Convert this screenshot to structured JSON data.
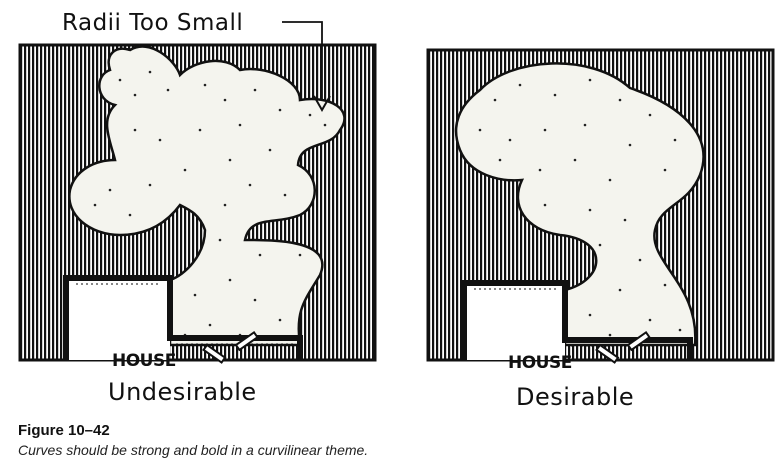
{
  "annotation": "Radii Too Small",
  "panels": [
    {
      "house_label": "HOUSE",
      "verdict": "Undesirable"
    },
    {
      "house_label": "HOUSE",
      "verdict": "Desirable"
    }
  ],
  "figure": {
    "number": "Figure 10–42",
    "caption": "Curves should be strong and bold in a curvilinear theme."
  },
  "colors": {
    "ink": "#111111",
    "lawn": "#f4f4ee",
    "paper": "#ffffff"
  }
}
